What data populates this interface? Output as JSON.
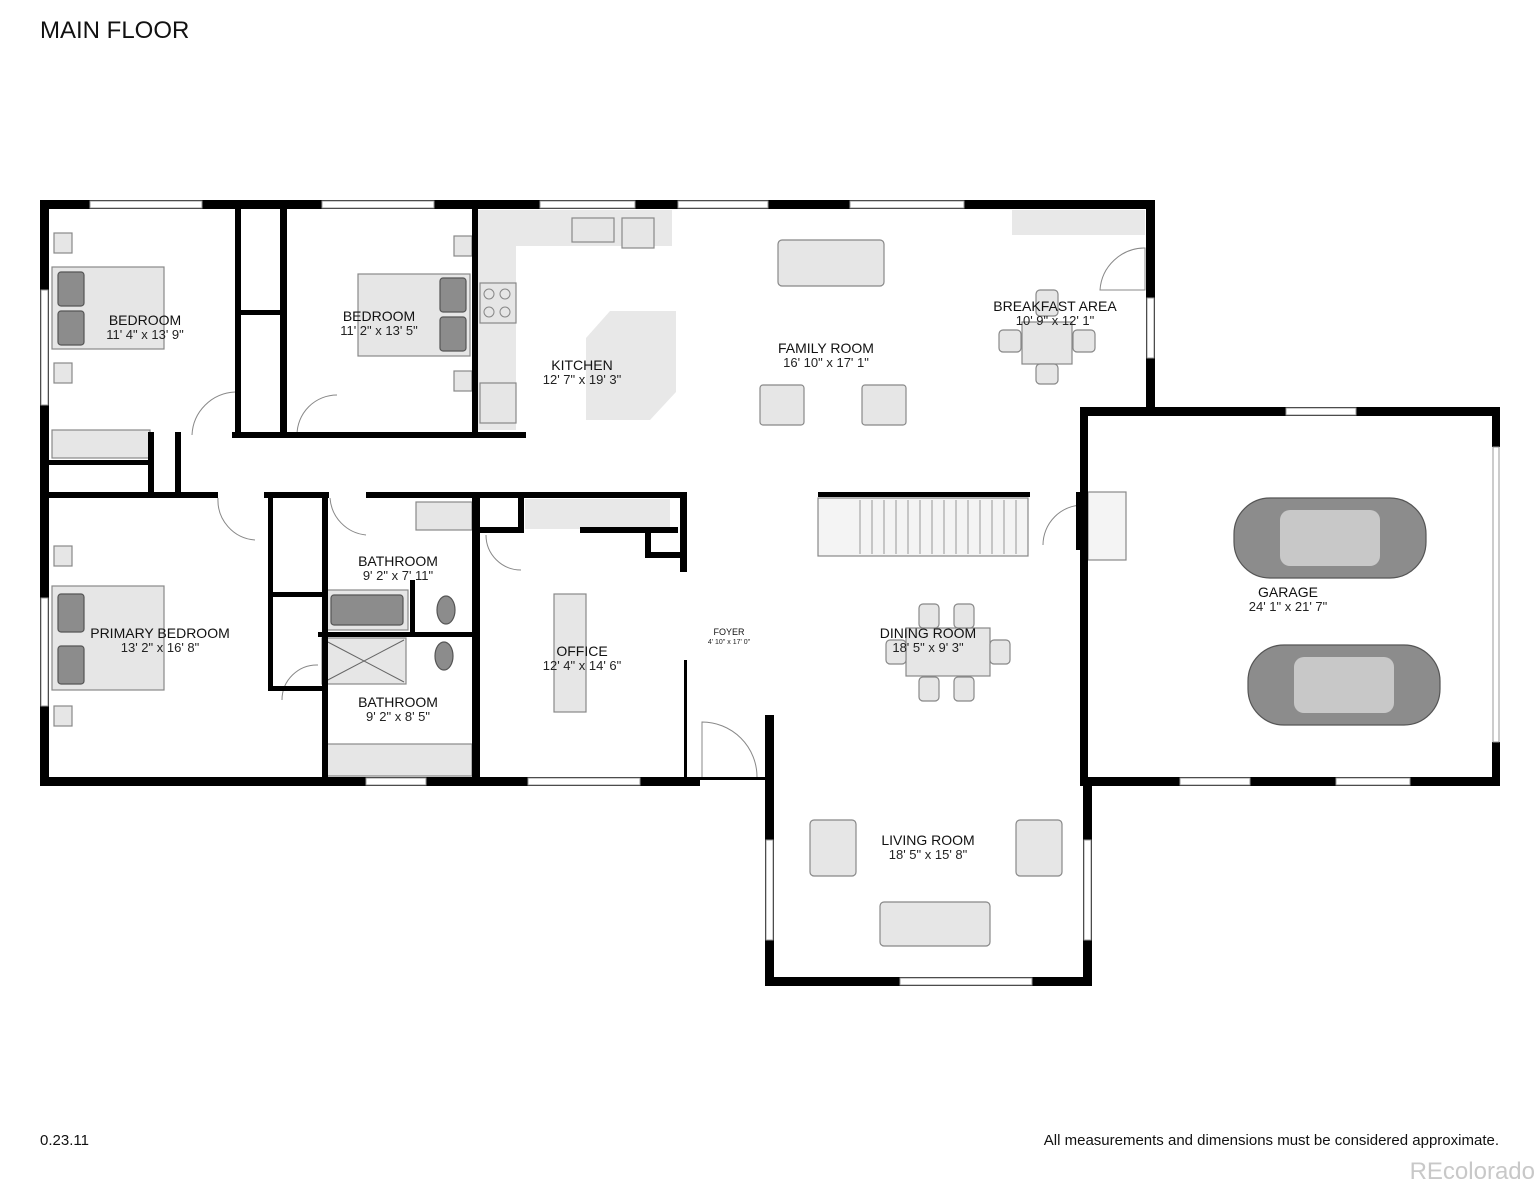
{
  "title": "MAIN FLOOR",
  "version": "0.23.11",
  "disclaimer": "All measurements and dimensions must be considered approximate.",
  "watermark": "REcolorado",
  "rooms": [
    {
      "name": "BEDROOM",
      "dims": "11' 4\" x 13' 9\""
    },
    {
      "name": "BEDROOM",
      "dims": "11' 2\" x 13' 5\""
    },
    {
      "name": "KITCHEN",
      "dims": "12' 7\" x 19' 3\""
    },
    {
      "name": "FAMILY ROOM",
      "dims": "16' 10\" x 17' 1\""
    },
    {
      "name": "BREAKFAST AREA",
      "dims": "10' 9\" x 12' 1\""
    },
    {
      "name": "PRIMARY BEDROOM",
      "dims": "13' 2\" x 16' 8\""
    },
    {
      "name": "BATHROOM",
      "dims": "9' 2\" x 7' 11\""
    },
    {
      "name": "BATHROOM",
      "dims": "9' 2\" x 8' 5\""
    },
    {
      "name": "OFFICE",
      "dims": "12' 4\" x 14' 6\""
    },
    {
      "name": "FOYER",
      "dims": "4' 10\" x 17' 0\""
    },
    {
      "name": "DINING ROOM",
      "dims": "18' 5\" x 9' 3\""
    },
    {
      "name": "GARAGE",
      "dims": "24' 1\" x 21' 7\""
    },
    {
      "name": "LIVING ROOM",
      "dims": "18' 5\" x 15' 8\""
    }
  ]
}
